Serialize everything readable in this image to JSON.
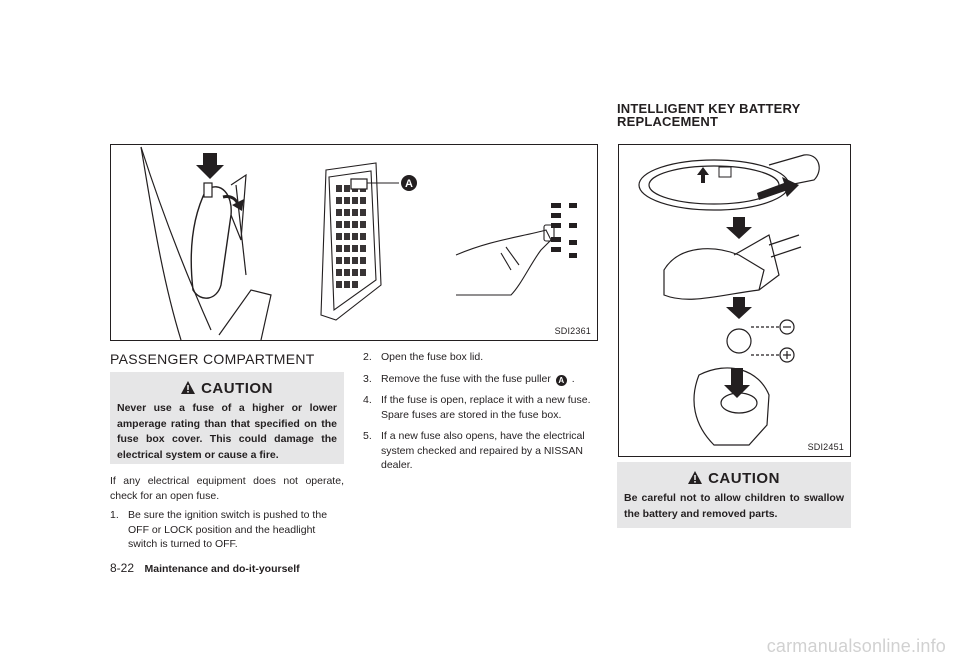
{
  "left_figure": {
    "code": "SDI2361",
    "callout_label": "A"
  },
  "right_figure": {
    "code": "SDI2451"
  },
  "section_left": {
    "title": "PASSENGER COMPARTMENT",
    "caution_title": "CAUTION",
    "caution_text": "Never use a fuse of a higher or lower amperage rating than that specified on the fuse box cover. This could damage the electrical system or cause a fire.",
    "intro": "If any electrical equipment does not operate, check for an open fuse.",
    "steps": [
      {
        "num": "1.",
        "text": "Be sure the ignition switch is pushed to the OFF or LOCK position and the headlight switch is turned to OFF."
      },
      {
        "num": "2.",
        "text": "Open the fuse box lid."
      },
      {
        "num": "3.",
        "text_before": "Remove the fuse with the fuse puller",
        "badge": "A",
        "text_after": "."
      },
      {
        "num": "4.",
        "text": "If the fuse is open, replace it with a new fuse. Spare fuses are stored in the fuse box."
      },
      {
        "num": "5.",
        "text": "If a new fuse also opens, have the electrical system checked and repaired by a NISSAN dealer."
      }
    ]
  },
  "section_right": {
    "title_line1": "INTELLIGENT KEY BATTERY",
    "title_line2": "REPLACEMENT",
    "caution_title": "CAUTION",
    "caution_text": "Be careful not to allow children to swallow the battery and removed parts."
  },
  "footer": {
    "page": "8-22",
    "section": "Maintenance and do-it-yourself"
  },
  "watermark": "carmanualsonline.info"
}
